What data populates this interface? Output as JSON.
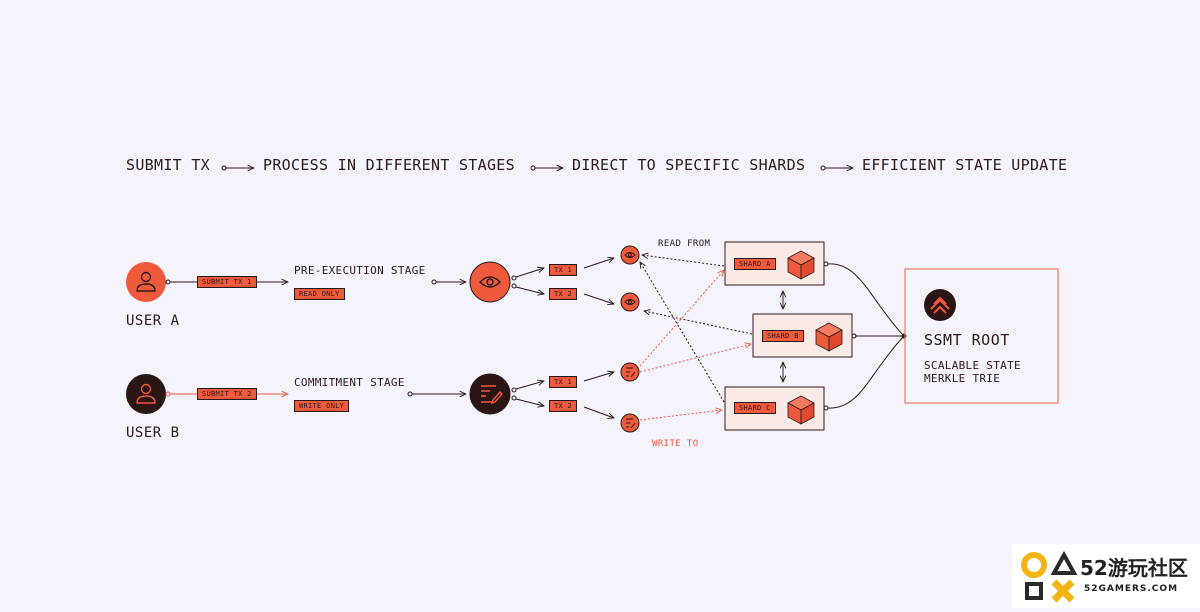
{
  "flow": {
    "steps": [
      "SUBMIT TX",
      "PROCESS IN DIFFERENT STAGES",
      "DIRECT TO SPECIFIC SHARDS",
      "EFFICIENT STATE UPDATE"
    ]
  },
  "users": [
    {
      "label": "USER A",
      "tx_tag": "SUBMIT TX 1",
      "stage": "PRE-EXECUTION STAGE",
      "mode": "READ ONLY"
    },
    {
      "label": "USER B",
      "tx_tag": "SUBMIT TX 2",
      "stage": "COMMITMENT STAGE",
      "mode": "WRITE ONLY"
    }
  ],
  "tx_tags": [
    "TX 1",
    "TX 2",
    "TX 1",
    "TX 2"
  ],
  "shards": [
    "SHARD A",
    "SHARD B",
    "SHARD C"
  ],
  "annotations": {
    "read_from": "READ FROM",
    "write_to": "WRITE TO"
  },
  "root": {
    "title": "SSMT ROOT",
    "subtitle_line1": "SCALABLE STATE",
    "subtitle_line2": "MERKLE TRIE"
  },
  "watermark": {
    "brand": "52游玩社区",
    "site": "52GAMERS.COM"
  },
  "colors": {
    "accent": "#f05a3c",
    "dark": "#2a1a1a",
    "box_fill": "#fbe9e6",
    "background": "#f5f3fc"
  },
  "icons": {
    "user": "user-icon",
    "read": "eye-icon",
    "write": "edit-icon",
    "shard": "cube-icon",
    "root": "ssmt-logo-icon"
  }
}
